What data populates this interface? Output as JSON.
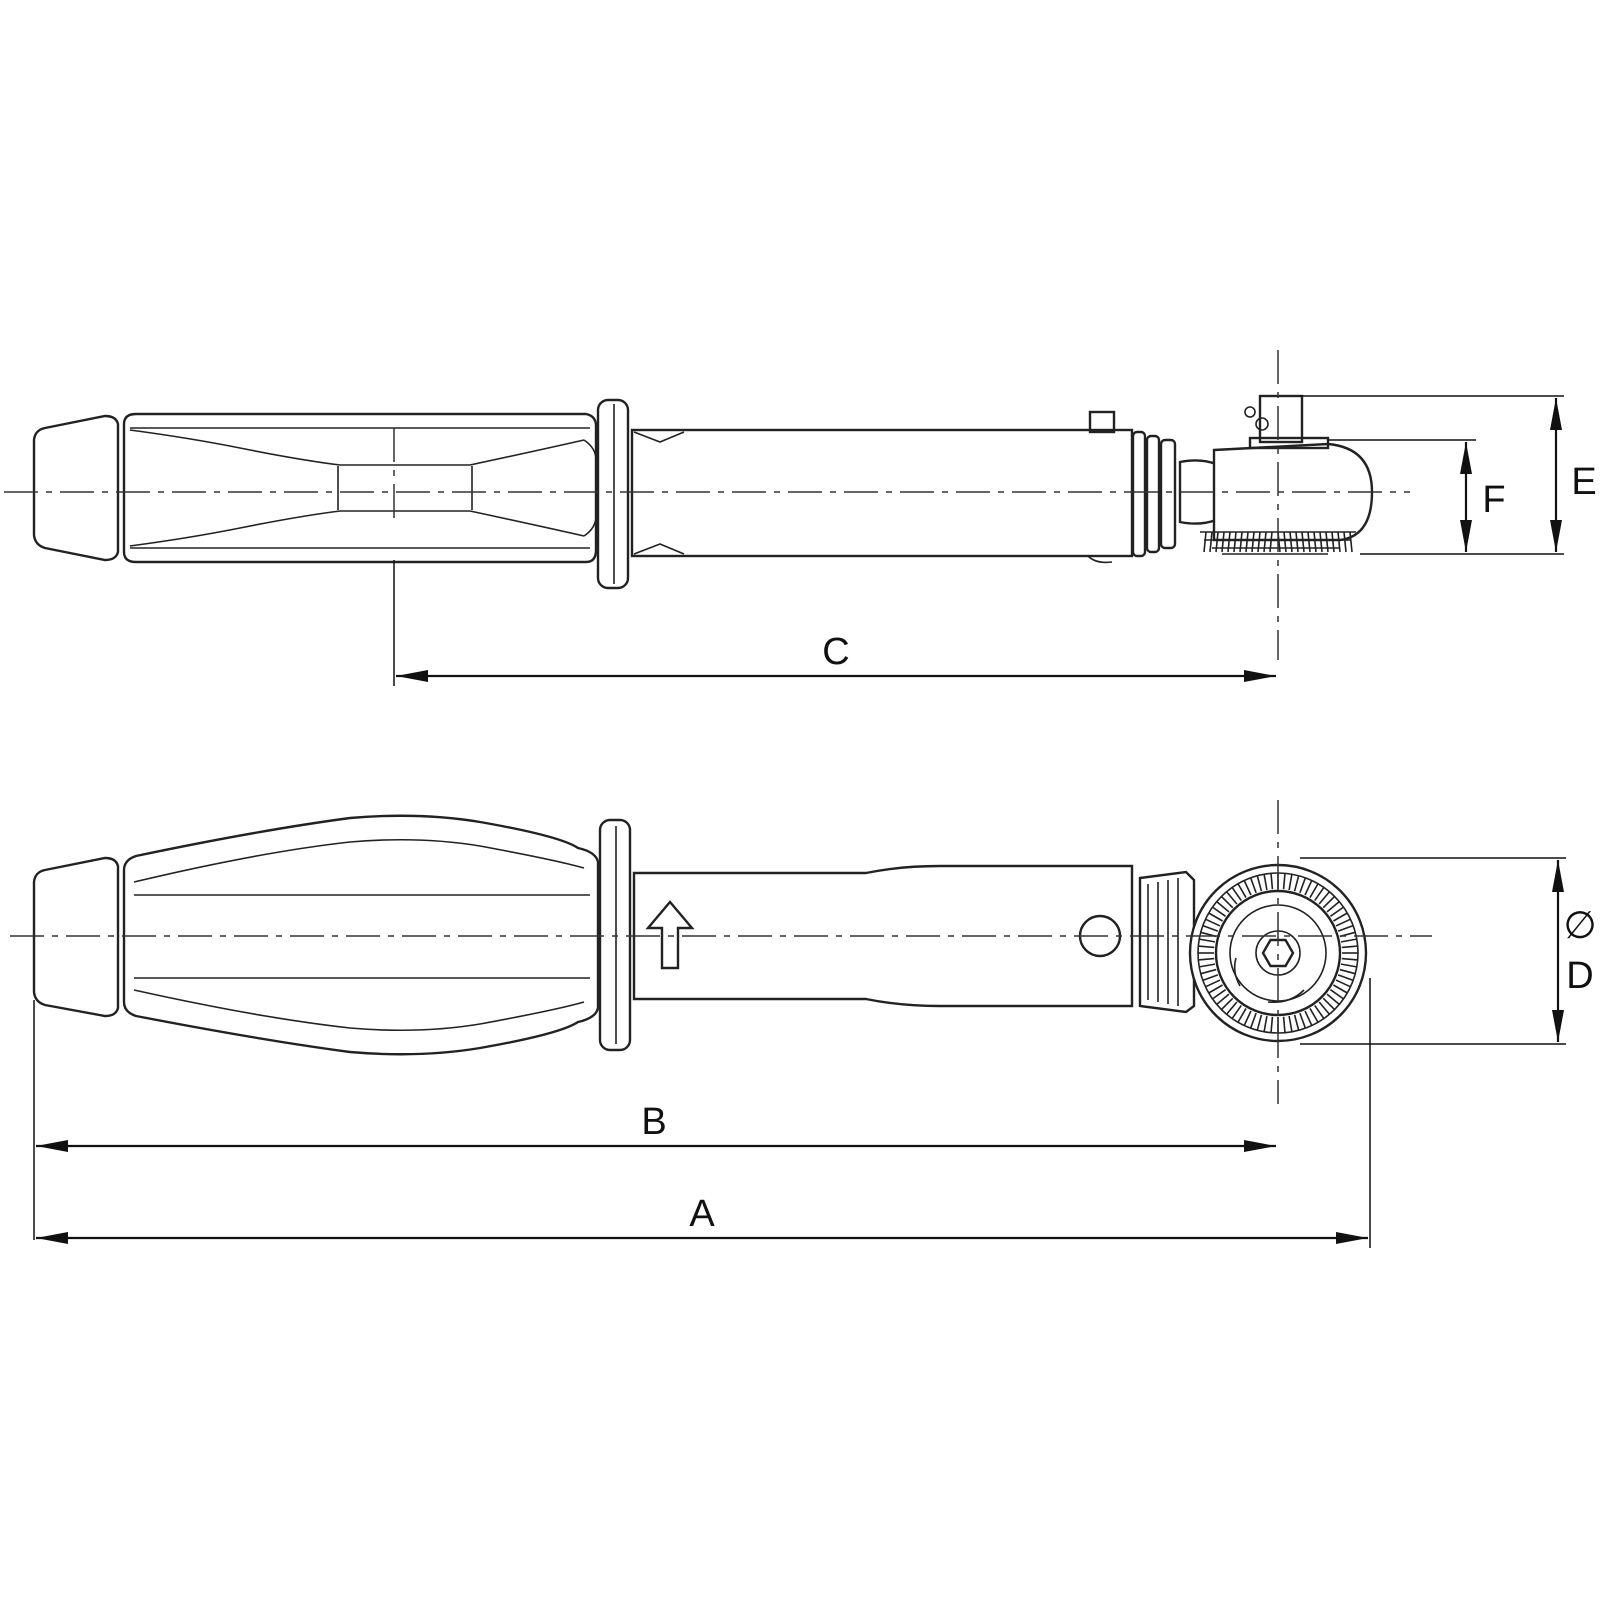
{
  "labels": {
    "a": "A",
    "b": "B",
    "c": "C",
    "d": "D",
    "diameter_symbol": "∅",
    "e": "E",
    "f": "F"
  }
}
